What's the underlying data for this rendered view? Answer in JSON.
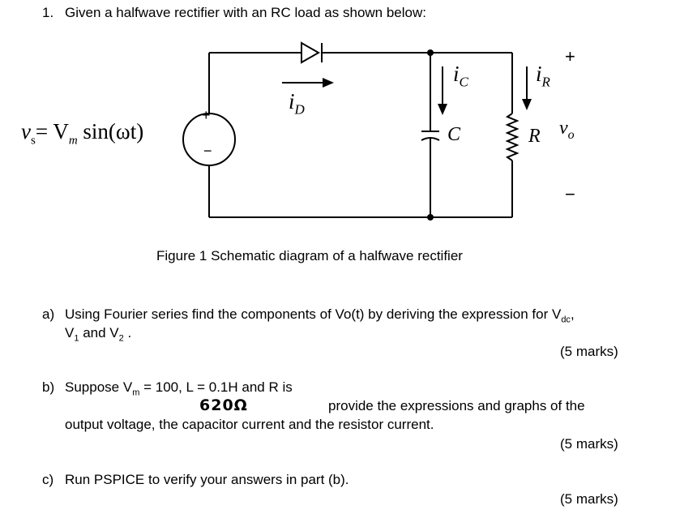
{
  "question": {
    "number": "1.",
    "prompt": "Given a halfwave rectifier with an RC load as shown below:"
  },
  "figure": {
    "source_label": "v",
    "source_sub": "s",
    "source_eq": "= V",
    "source_eq_sub": "m",
    "source_eq_tail": " sin(ωt)",
    "source_plus": "+",
    "source_minus": "−",
    "id_label": "i",
    "id_sub": "D",
    "ic_label": "i",
    "ic_sub": "C",
    "cap_label": "C",
    "ir_label": "i",
    "ir_sub": "R",
    "res_label": "R",
    "vo_label": "v",
    "vo_sub": "o",
    "vo_plus": "+",
    "vo_minus": "−",
    "caption": "Figure 1 Schematic diagram of a halfwave rectifier"
  },
  "parts": {
    "a": {
      "label": "a)",
      "line1_pre": "Using Fourier series find the components of Vo(t) by deriving the expression for V",
      "line1_sub": "dc",
      "line1_post": ",",
      "line2_v1": "V",
      "line2_v1_sub": "1",
      "line2_and": " and V",
      "line2_v2_sub": "2",
      "line2_end": " .",
      "marks": "(5 marks)"
    },
    "b": {
      "label": "b)",
      "line1_pre": "Suppose V",
      "line1_sub": "m",
      "line1_post": " = 100, L = 0.1H and R is",
      "handwritten": "620Ω",
      "line2": "provide the expressions and graphs of the",
      "line3": "output voltage, the capacitor current and the resistor current.",
      "marks": "(5 marks)"
    },
    "c": {
      "label": "c)",
      "text": "Run PSPICE to verify your answers in part (b).",
      "marks": "(5 marks)"
    }
  }
}
